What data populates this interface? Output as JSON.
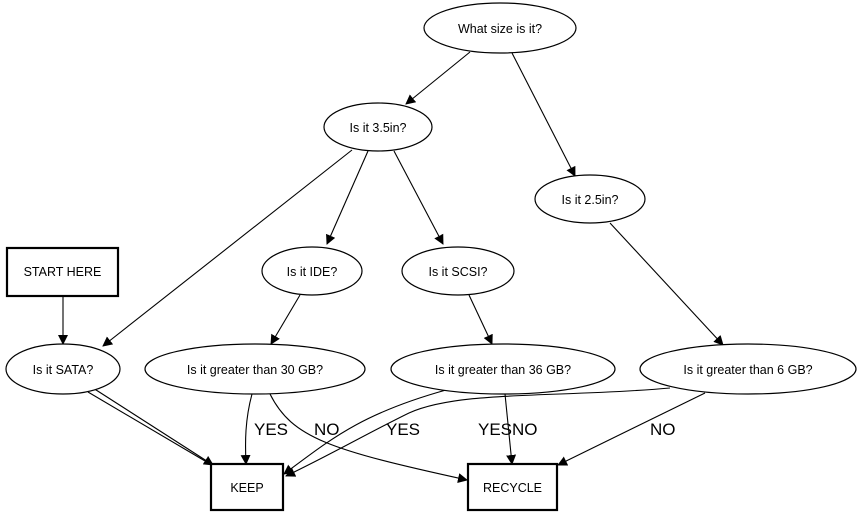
{
  "diagram": {
    "nodes": {
      "what_size": "What size is it?",
      "is_35in": "Is it 3.5in?",
      "is_25in": "Is it 2.5in?",
      "start_here": "START HERE",
      "is_ide": "Is it IDE?",
      "is_scsi": "Is it SCSI?",
      "is_sata": "Is it SATA?",
      "gt_30gb": "Is it greater than 30 GB?",
      "gt_36gb": "Is it greater than 36 GB?",
      "gt_6gb": "Is it greater than 6 GB?",
      "keep": "KEEP",
      "recycle": "RECYCLE"
    },
    "edge_labels": {
      "gt30_yes": "YES",
      "gt30_no": "NO",
      "gt36_yes": "YES",
      "gt36_no": "NO",
      "gt6_yes": "YES",
      "gt6_no": "NO"
    }
  }
}
